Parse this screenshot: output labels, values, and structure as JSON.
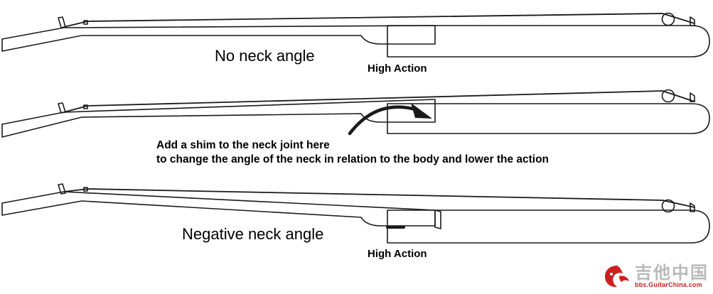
{
  "labels": {
    "top_caption": "No neck angle",
    "top_action": "High Action",
    "middle_instruction_line1": "Add a shim to the neck joint here",
    "middle_instruction_line2": "to change the angle of the neck in relation to the body and lower the action",
    "bottom_caption": "Negative neck angle",
    "bottom_action": "High Action"
  },
  "watermark": {
    "main": "吉他中国",
    "sub": "bbs.GuitarChina.com"
  },
  "colors": {
    "line": "#1a1a1a",
    "background": "#ffffff",
    "watermark_red": "#cc2020",
    "watermark_gray": "#b9b9b9"
  },
  "icons": {
    "watermark_logo": "guitar-dragon-logo"
  }
}
